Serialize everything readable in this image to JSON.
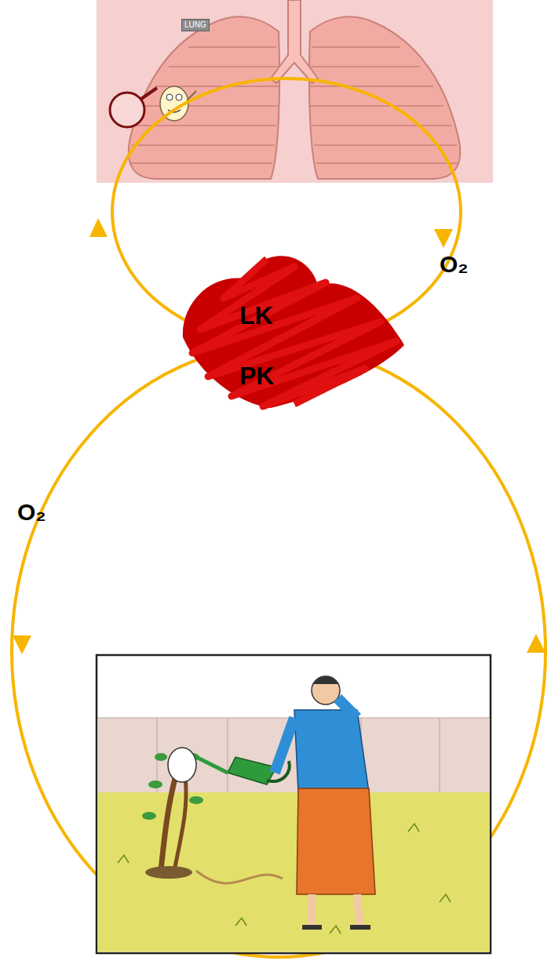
{
  "diagram": {
    "nodes": [
      {
        "text": [
          "LK",
          "PK"
        ]
      }
    ],
    "labels": [
      "LUNG",
      "O₂",
      "O₂"
    ]
  }
}
